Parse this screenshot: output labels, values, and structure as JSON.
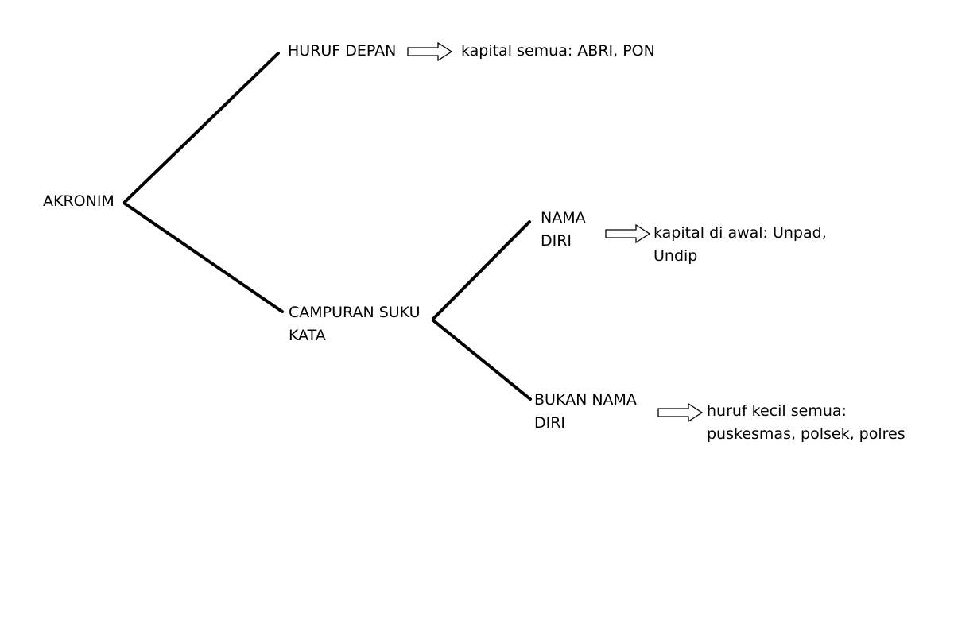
{
  "nodes": {
    "root": "AKRONIM",
    "huruf_depan": "HURUF DEPAN",
    "huruf_depan_rule": "kapital semua: ABRI, PON",
    "campuran": {
      "line1": "CAMPURAN SUKU",
      "line2": "KATA"
    },
    "nama_diri": {
      "line1": "NAMA",
      "line2": "DIRI"
    },
    "nama_diri_rule": {
      "line1": "kapital di awal: Unpad,",
      "line2": "Undip"
    },
    "bukan_nama_diri": {
      "line1": "BUKAN NAMA",
      "line2": "DIRI"
    },
    "bukan_nama_diri_rule": {
      "line1": "huruf kecil semua:",
      "line2": "puskesmas, polsek, polres"
    }
  },
  "colors": {
    "line": "#000000",
    "text": "#000000",
    "background": "#ffffff"
  }
}
